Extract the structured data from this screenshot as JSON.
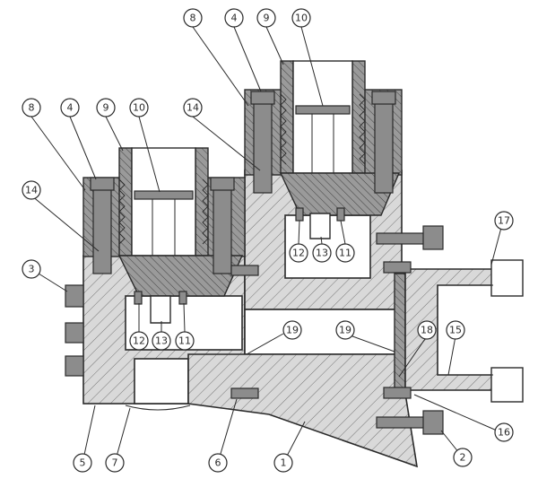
{
  "callouts": [
    {
      "id": "c1",
      "label": "1"
    },
    {
      "id": "c2",
      "label": "2"
    },
    {
      "id": "c3",
      "label": "3"
    },
    {
      "id": "c4a",
      "label": "4"
    },
    {
      "id": "c4b",
      "label": "4"
    },
    {
      "id": "c5",
      "label": "5"
    },
    {
      "id": "c6",
      "label": "6"
    },
    {
      "id": "c7",
      "label": "7"
    },
    {
      "id": "c8a",
      "label": "8"
    },
    {
      "id": "c8b",
      "label": "8"
    },
    {
      "id": "c9a",
      "label": "9"
    },
    {
      "id": "c9b",
      "label": "9"
    },
    {
      "id": "c10a",
      "label": "10"
    },
    {
      "id": "c10b",
      "label": "10"
    },
    {
      "id": "c11a",
      "label": "11"
    },
    {
      "id": "c11b",
      "label": "11"
    },
    {
      "id": "c12a",
      "label": "12"
    },
    {
      "id": "c12b",
      "label": "12"
    },
    {
      "id": "c13a",
      "label": "13"
    },
    {
      "id": "c13b",
      "label": "13"
    },
    {
      "id": "c14a",
      "label": "14"
    },
    {
      "id": "c14b",
      "label": "14"
    },
    {
      "id": "c15",
      "label": "15"
    },
    {
      "id": "c16",
      "label": "16"
    },
    {
      "id": "c17",
      "label": "17"
    },
    {
      "id": "c18",
      "label": "18"
    },
    {
      "id": "c19a",
      "label": "19"
    },
    {
      "id": "c19b",
      "label": "19"
    }
  ],
  "colors": {
    "line": "#2a2a2a",
    "hatch": "#bdbdbd",
    "bolt": "#8c8c8c"
  }
}
